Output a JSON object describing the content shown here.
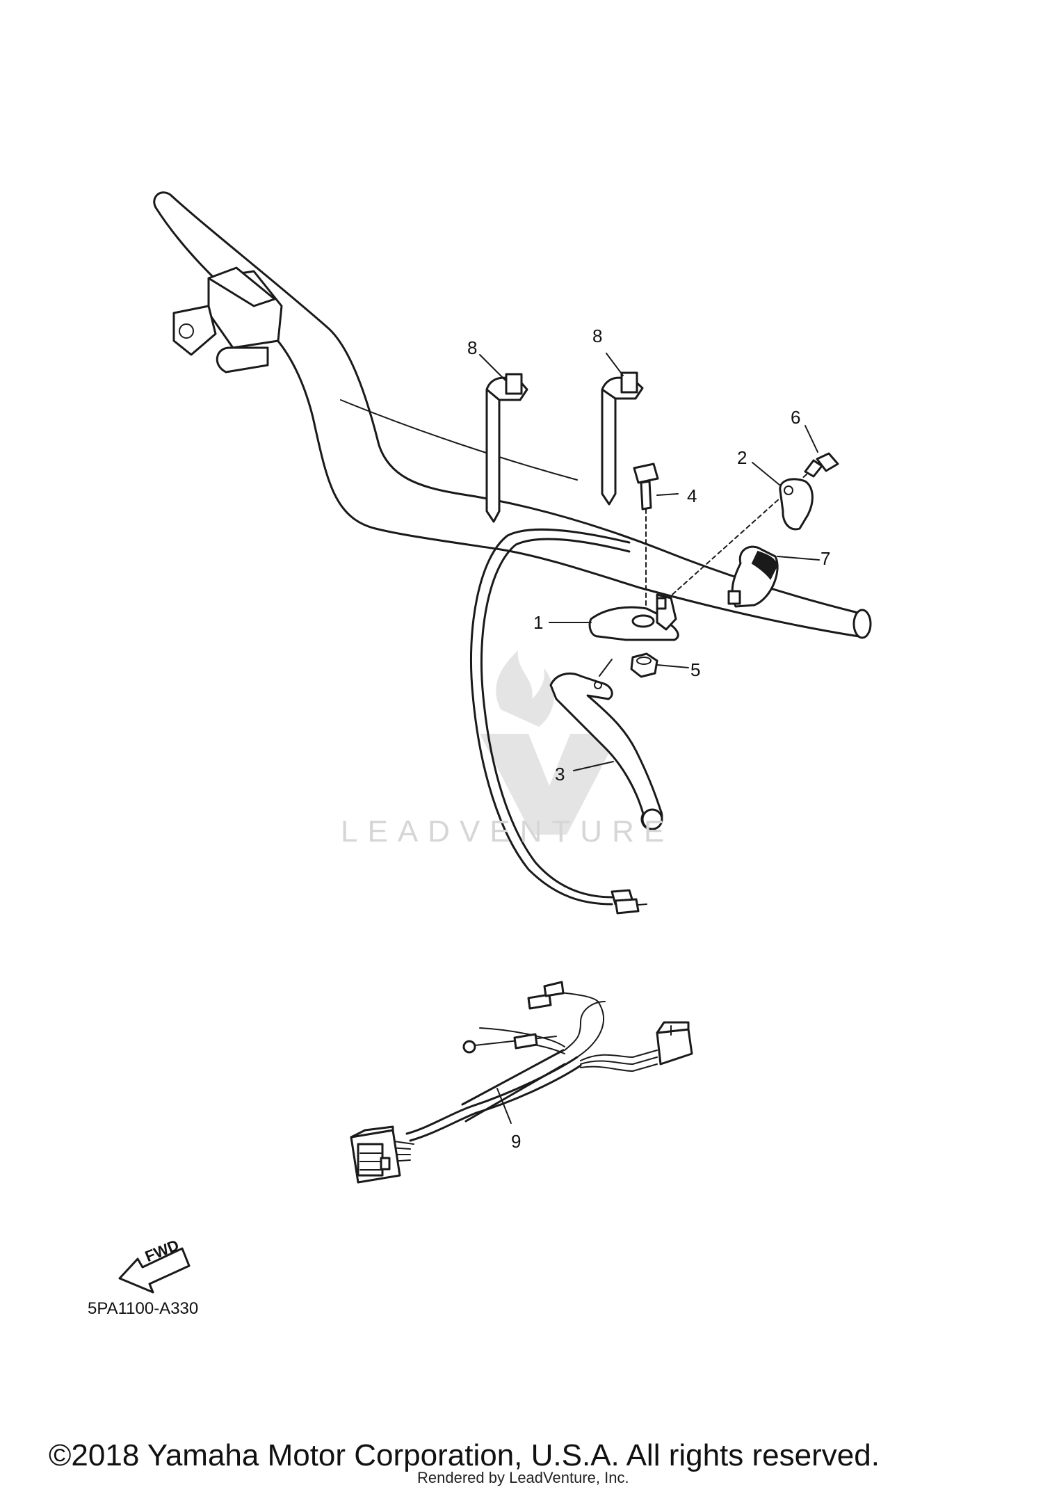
{
  "diagram": {
    "part_labels": [
      {
        "id": "1",
        "text": "1"
      },
      {
        "id": "2",
        "text": "2"
      },
      {
        "id": "3",
        "text": "3"
      },
      {
        "id": "4",
        "text": "4"
      },
      {
        "id": "5",
        "text": "5"
      },
      {
        "id": "6",
        "text": "6"
      },
      {
        "id": "7",
        "text": "7"
      },
      {
        "id": "8a",
        "text": "8"
      },
      {
        "id": "8b",
        "text": "8"
      },
      {
        "id": "9",
        "text": "9"
      }
    ],
    "fwd_label": "FWD",
    "drawing_code": "5PA1100-A330"
  },
  "watermark": {
    "text": "LEADVENTURE",
    "color": "#d6d6d6"
  },
  "footer": {
    "copyright": "©2018 Yamaha Motor Corporation, U.S.A. All rights reserved.",
    "rendered_by": "Rendered by LeadVenture, Inc."
  }
}
